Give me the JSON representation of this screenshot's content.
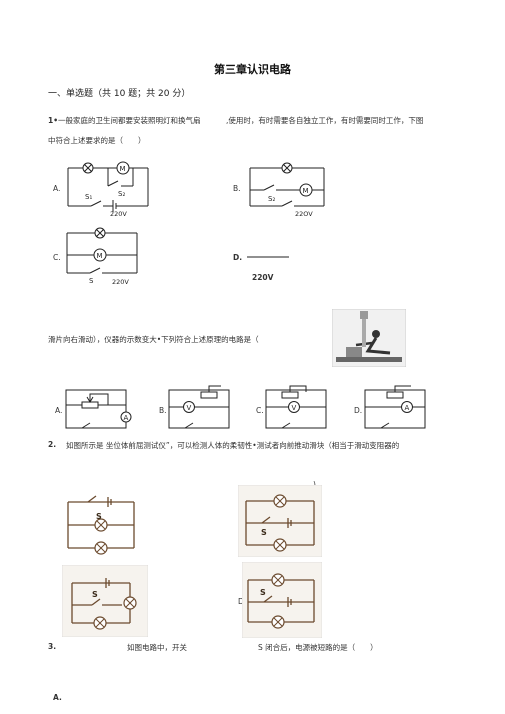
{
  "page": {
    "title": "第三章认识电路",
    "section": "一、单选题（共 10 题；共 20 分）"
  },
  "q1": {
    "number": "1•",
    "text_a": "一般家庭的卫生间都要安装照明灯和换气扇",
    "text_b": ",使用时，有时需要各自独立工作，有时需要同时工作，下图",
    "text_c": "中符合上述要求的是（　　）",
    "options": {
      "a": "A.",
      "b": "B.",
      "c": "C.",
      "d": "D."
    },
    "labels": {
      "m": "M",
      "s1": "S₁",
      "s2": "S₂",
      "s": "S",
      "v220": "220V",
      "v220_b": "22OV",
      "v220_d": "220V"
    }
  },
  "q2": {
    "text_top": "滑片向右滑动），仪器的示数变大•下列符合上述原理的电路是（",
    "options": {
      "a": "A.",
      "b": "B.",
      "c": "C.",
      "d": "D."
    },
    "meters": {
      "a": "A",
      "v": "V"
    },
    "number": "2.",
    "text_main": "如图所示是 坐位体前屈测试仪”，可以检测人体的柔韧性•测试者向前推动滑块（相当于滑动变阻器的",
    "close_paren": ")"
  },
  "q3": {
    "s_label": "S",
    "number": "3.",
    "text_a": "如图电路中，开关",
    "text_b": "S 闭合后，电源被短路的是（　　）",
    "d_marker": "D",
    "bottom_option": "A."
  }
}
